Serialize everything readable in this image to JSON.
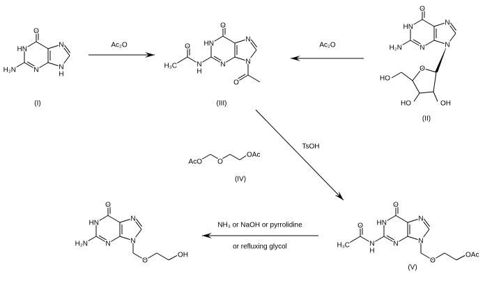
{
  "compounds": {
    "I": {
      "label": "(I)",
      "atoms": {
        "O": "O",
        "N1": "HN",
        "NH2": "H₂N",
        "N3": "N",
        "N7": "N",
        "N9": "N",
        "N9H": "H"
      }
    },
    "II": {
      "label": "(II)",
      "atoms": {
        "O": "O",
        "N1": "HN",
        "NH2": "H₂N",
        "N3": "N",
        "N7": "N",
        "N9": "N",
        "ringO": "O",
        "HO5": "HO",
        "HO3": "HO",
        "OH2": "OH"
      }
    },
    "III": {
      "label": "(III)",
      "atoms": {
        "O": "O",
        "N1": "HN",
        "N3": "N",
        "N7": "N",
        "N9": "N",
        "amideN": "N",
        "amideH": "H",
        "amideO": "O",
        "CH3": "H₃C",
        "acetylO": "O"
      }
    },
    "IV": {
      "label": "(IV)",
      "atoms": {
        "AcO": "AcO",
        "O": "O",
        "OAc": "OAc"
      }
    },
    "V": {
      "label": "(V)",
      "atoms": {
        "O": "O",
        "N1": "HN",
        "N3": "N",
        "N7": "N",
        "N9": "N",
        "amideN": "N",
        "amideH": "H",
        "amideO": "O",
        "CH3": "H₃C",
        "etherO": "O",
        "OAc": "OAc"
      }
    },
    "product": {
      "atoms": {
        "O": "O",
        "N1": "HN",
        "NH2": "H₂N",
        "N3": "N",
        "N7": "N",
        "N9": "N",
        "etherO": "O",
        "OH": "OH"
      }
    }
  },
  "reactions": {
    "I_to_III": {
      "reagent": "Ac₂O"
    },
    "II_to_III": {
      "reagent": "Ac₂O"
    },
    "III_to_V": {
      "reagent": "TsOH"
    },
    "V_to_product": {
      "reagent_line1": "NH₃ or NaOH or pyrrolidine",
      "reagent_line2": "or refluxing glycol"
    }
  }
}
